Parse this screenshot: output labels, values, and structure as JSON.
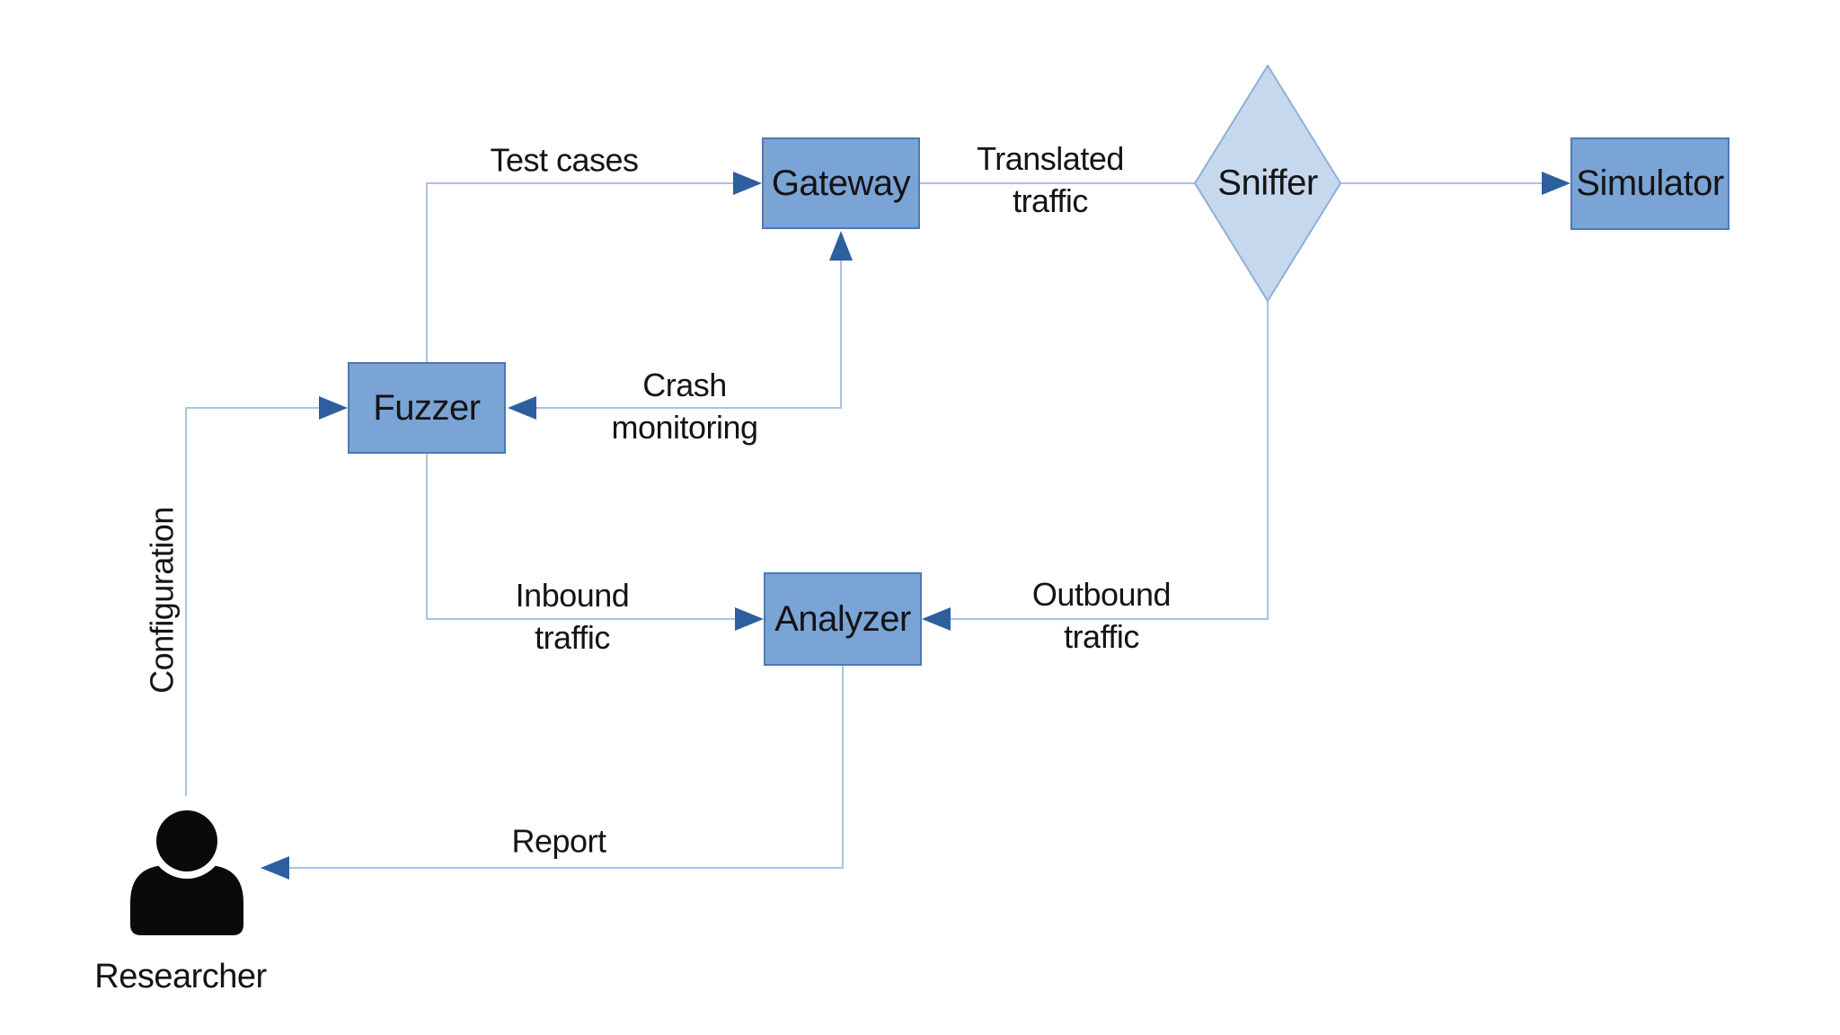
{
  "colors": {
    "node-fill": "#7aa3d6",
    "node-border": "#4d7ab3",
    "diamond-fill": "#c6d8ee",
    "diamond-border": "#8fafd6",
    "connector": "#a9c2e2",
    "arrow": "#2d5f9f",
    "text": "#141414",
    "icon": "#0a0a0a",
    "bg": "#ffffff"
  },
  "nodes": {
    "researcher": {
      "label": "Researcher",
      "shape": "person"
    },
    "fuzzer": {
      "label": "Fuzzer",
      "shape": "rectangle"
    },
    "gateway": {
      "label": "Gateway",
      "shape": "rectangle"
    },
    "sniffer": {
      "label": "Sniffer",
      "shape": "diamond"
    },
    "simulator": {
      "label": "Simulator",
      "shape": "rectangle"
    },
    "analyzer": {
      "label": "Analyzer",
      "shape": "rectangle"
    }
  },
  "edges": {
    "configuration": {
      "label": "Configuration",
      "from": "Researcher",
      "to": "Fuzzer"
    },
    "test_cases": {
      "label": "Test cases",
      "from": "Fuzzer",
      "to": "Gateway"
    },
    "translated_traffic": {
      "label": "Translated traffic",
      "from": "Gateway",
      "to": "Sniffer"
    },
    "sniffer_simulator": {
      "label": "",
      "from": "Sniffer",
      "to": "Simulator"
    },
    "crash_monitoring": {
      "label": "Crash monitoring",
      "from": "Gateway",
      "to": "Fuzzer"
    },
    "inbound_traffic": {
      "label": "Inbound traffic",
      "from": "Fuzzer",
      "to": "Analyzer"
    },
    "outbound_traffic": {
      "label": "Outbound traffic",
      "from": "Sniffer",
      "to": "Analyzer"
    },
    "report": {
      "label": "Report",
      "from": "Analyzer",
      "to": "Researcher"
    }
  }
}
